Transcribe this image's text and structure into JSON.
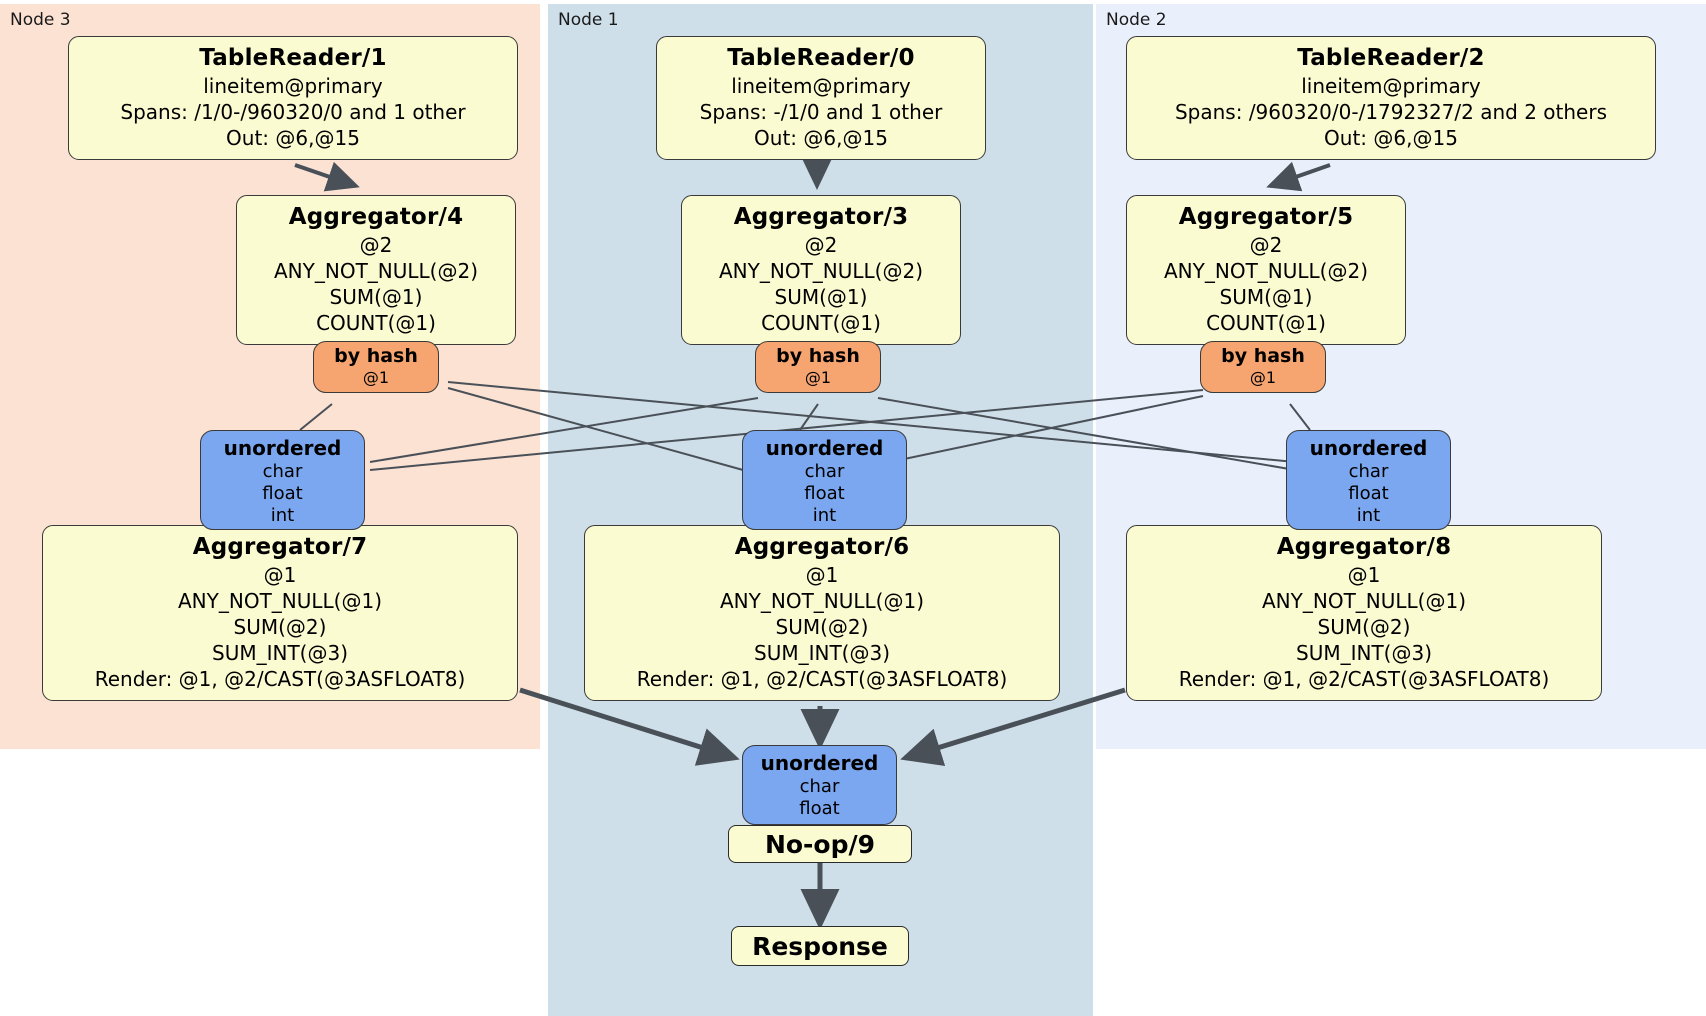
{
  "diagram": {
    "kind": "distributed-query-plan",
    "regions": [
      {
        "id": "node3",
        "label": "Node 3",
        "color": "#fbe2d3"
      },
      {
        "id": "node1",
        "label": "Node 1",
        "color": "#cfdfe9"
      },
      {
        "id": "node2",
        "label": "Node 2",
        "color": "#eaf0fb"
      }
    ],
    "readers": {
      "tr1": {
        "title": "TableReader/1",
        "table": "lineitem@primary",
        "spans": "Spans: /1/0-/960320/0 and 1 other",
        "out": "Out: @6,@15"
      },
      "tr0": {
        "title": "TableReader/0",
        "table": "lineitem@primary",
        "spans": "Spans: -/1/0 and 1 other",
        "out": "Out: @6,@15"
      },
      "tr2": {
        "title": "TableReader/2",
        "table": "lineitem@primary",
        "spans": "Spans: /960320/0-/1792327/2 and 2 others",
        "out": "Out: @6,@15"
      }
    },
    "local_aggregators": {
      "agg4": {
        "title": "Aggregator/4",
        "group": "@2",
        "f1": "ANY_NOT_NULL(@2)",
        "f2": "SUM(@1)",
        "f3": "COUNT(@1)"
      },
      "agg3": {
        "title": "Aggregator/3",
        "group": "@2",
        "f1": "ANY_NOT_NULL(@2)",
        "f2": "SUM(@1)",
        "f3": "COUNT(@1)"
      },
      "agg5": {
        "title": "Aggregator/5",
        "group": "@2",
        "f1": "ANY_NOT_NULL(@2)",
        "f2": "SUM(@1)",
        "f3": "COUNT(@1)"
      }
    },
    "final_aggregators": {
      "agg7": {
        "title": "Aggregator/7",
        "group": "@1",
        "f1": "ANY_NOT_NULL(@1)",
        "f2": "SUM(@2)",
        "f3": "SUM_INT(@3)",
        "render": "Render: @1, @2/CAST(@3ASFLOAT8)"
      },
      "agg6": {
        "title": "Aggregator/6",
        "group": "@1",
        "f1": "ANY_NOT_NULL(@1)",
        "f2": "SUM(@2)",
        "f3": "SUM_INT(@3)",
        "render": "Render: @1, @2/CAST(@3ASFLOAT8)"
      },
      "agg8": {
        "title": "Aggregator/8",
        "group": "@1",
        "f1": "ANY_NOT_NULL(@1)",
        "f2": "SUM(@2)",
        "f3": "SUM_INT(@3)",
        "render": "Render: @1, @2/CAST(@3ASFLOAT8)"
      }
    },
    "routers": {
      "hash_left": {
        "type": "by hash",
        "column": "@1"
      },
      "hash_center": {
        "type": "by hash",
        "column": "@1"
      },
      "hash_right": {
        "type": "by hash",
        "column": "@1"
      }
    },
    "synchronizers": {
      "sync_left": {
        "type": "unordered",
        "t1": "char",
        "t2": "float",
        "t3": "int"
      },
      "sync_center": {
        "type": "unordered",
        "t1": "char",
        "t2": "float",
        "t3": "int"
      },
      "sync_right": {
        "type": "unordered",
        "t1": "char",
        "t2": "float",
        "t3": "int"
      },
      "sync_final": {
        "type": "unordered",
        "t1": "char",
        "t2": "float"
      }
    },
    "terminals": {
      "noop": "No-op/9",
      "response": "Response"
    },
    "colors": {
      "processor_fill": "#fbfbd2",
      "router_fill": "#f6a570",
      "sync_fill": "#7aa7ef",
      "stroke": "#3a3a3a",
      "node3_bg": "#fbe2d3",
      "node1_bg": "#cfdfe9",
      "node2_bg": "#eaf0fb"
    }
  }
}
